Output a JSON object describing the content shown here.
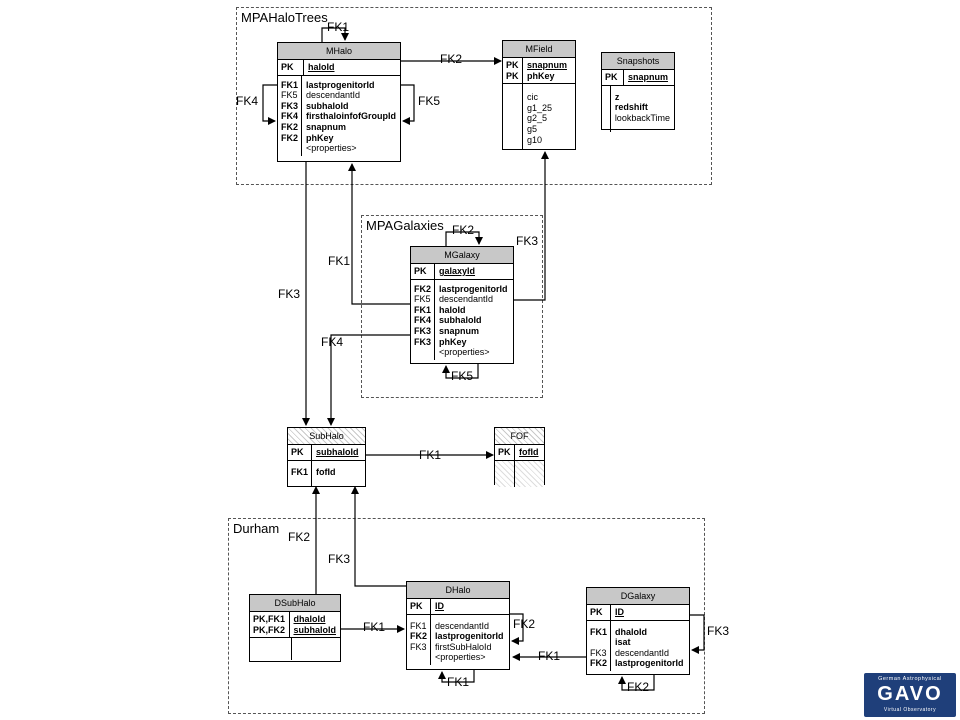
{
  "clusters": {
    "mpahalotrees": "MPAHaloTrees",
    "mpagalaxies": "MPAGalaxies",
    "durham": "Durham"
  },
  "entities": {
    "mhalo": {
      "title": "MHalo",
      "pk": [
        "PK"
      ],
      "pk_cols": [
        "haloId"
      ],
      "keys": [
        "FK1",
        "FK5",
        "FK3",
        "FK4",
        "FK2",
        "FK2",
        ""
      ],
      "cols": [
        "lastprogenitorId",
        "descendantId",
        "subhaloId",
        "firsthaloinfofGroupId",
        "snapnum",
        "phKey",
        "<properties>"
      ]
    },
    "mfield": {
      "title": "MField",
      "pk": [
        "PK",
        "PK"
      ],
      "pk_cols": [
        "snapnum",
        "phKey"
      ],
      "keys": [
        "",
        "",
        "",
        "",
        "",
        ""
      ],
      "cols": [
        "cic",
        "g1_25",
        "g2_5",
        "g5",
        "g10"
      ]
    },
    "snapshots": {
      "title": "Snapshots",
      "pk": [
        "PK"
      ],
      "pk_cols": [
        "snapnum"
      ],
      "keys": [
        "",
        "",
        ""
      ],
      "cols": [
        "z",
        "redshift",
        "lookbackTime"
      ]
    },
    "mgalaxy": {
      "title": "MGalaxy",
      "pk": [
        "PK"
      ],
      "pk_cols": [
        "galaxyId"
      ],
      "keys": [
        "FK2",
        "FK5",
        "FK1",
        "FK4",
        "FK3",
        "FK3",
        ""
      ],
      "cols": [
        "lastprogenitorId",
        "descendantId",
        "haloId",
        "subhaloId",
        "snapnum",
        "phKey",
        "<properties>"
      ]
    },
    "subhalo": {
      "title": "SubHalo",
      "pk": [
        "PK"
      ],
      "pk_cols": [
        "subhaloId"
      ],
      "keys": [
        "FK1"
      ],
      "cols": [
        "fofId"
      ]
    },
    "fof": {
      "title": "FOF",
      "pk": [
        "PK"
      ],
      "pk_cols": [
        "fofId"
      ],
      "keys": [
        ""
      ],
      "cols": [
        ""
      ]
    },
    "dsubhalo": {
      "title": "DSubHalo",
      "pk": [
        "PK,FK1",
        "PK,FK2"
      ],
      "pk_cols": [
        "dhaloId",
        "subhaloId"
      ],
      "keys": [
        ""
      ],
      "cols": [
        ""
      ]
    },
    "dhalo": {
      "title": "DHalo",
      "pk": [
        "PK"
      ],
      "pk_cols": [
        "ID"
      ],
      "keys": [
        "FK1",
        "FK2",
        "FK3",
        ""
      ],
      "cols": [
        "descendantId",
        "lastprogenitorId",
        "firstSubHaloId",
        "<properties>"
      ]
    },
    "dgalaxy": {
      "title": "DGalaxy",
      "pk": [
        "PK"
      ],
      "pk_cols": [
        "ID"
      ],
      "keys": [
        "FK1",
        "",
        "FK3",
        "FK2"
      ],
      "cols": [
        "dhaloId",
        "isat",
        "descendantId",
        "lastprogenitorId"
      ]
    }
  },
  "fk_labels": {
    "mhalo_self_top": "FK1",
    "mhalo_mfield": "FK2",
    "mhalo_self_left": "FK4",
    "mhalo_self_right": "FK5",
    "mgalaxy_self_top": "FK2",
    "mgalaxy_mfield": "FK3",
    "mgalaxy_mhalo": "FK1",
    "mgalaxy_subhalo": "FK4",
    "mgalaxy_self_bottom": "FK5",
    "mhalo_subhalo": "FK3",
    "subhalo_fof": "FK1",
    "dsubhalo_subhalo": "FK2",
    "dhalo_subhalo": "FK3",
    "dsubhalo_dhalo": "FK1",
    "dhalo_self_right": "FK2",
    "dhalo_self_bottom": "FK1",
    "dgalaxy_dhalo": "FK1",
    "dgalaxy_self_right": "FK3",
    "dgalaxy_self_bottom": "FK2"
  },
  "logo": {
    "line1": "German Astrophysical",
    "line2": "GAVO",
    "line3": "Virtual Observatory"
  }
}
